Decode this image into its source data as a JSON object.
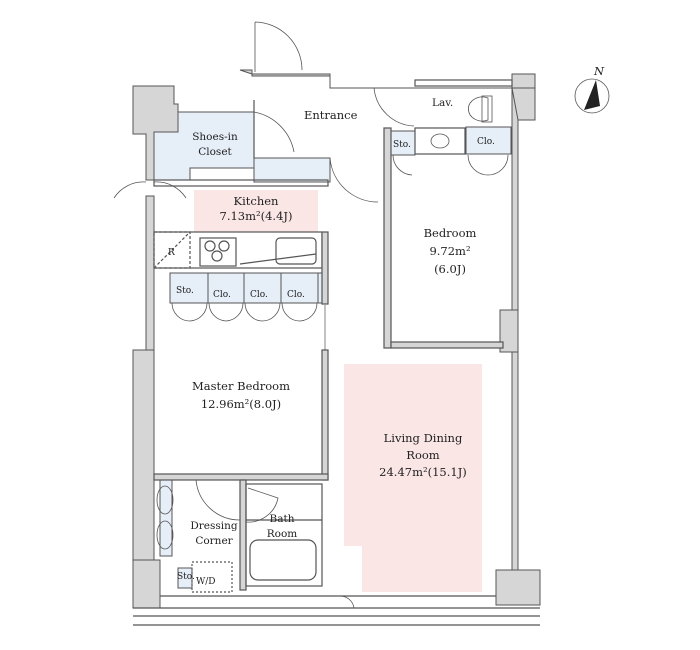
{
  "floorplan": {
    "compass": {
      "label": "N"
    },
    "rooms": {
      "entrance": {
        "name": "Entrance"
      },
      "lavatory": {
        "name": "Lav."
      },
      "shoes_closet": {
        "line1": "Shoes-in",
        "line2": "Closet"
      },
      "kitchen": {
        "name": "Kitchen",
        "area": "7.13m²(4.4J)"
      },
      "bedroom": {
        "name": "Bedroom",
        "area": "9.72m²",
        "tatami": "(6.0J)"
      },
      "bedroom_storage": {
        "name": "Sto."
      },
      "bedroom_closet": {
        "name": "Clo."
      },
      "refrigerator": {
        "name": "R"
      },
      "master_storage": {
        "name": "Sto."
      },
      "master_closets": [
        "Clo.",
        "Clo.",
        "Clo."
      ],
      "master_bedroom": {
        "name": "Master Bedroom",
        "area": "12.96m²(8.0J)"
      },
      "living_dining": {
        "line1": "Living Dining",
        "line2": "Room",
        "area": "24.47m²(15.1J)"
      },
      "dressing_corner": {
        "line1": "Dressing",
        "line2": "Corner"
      },
      "bath_room": {
        "line1": "Bath",
        "line2": "Room"
      },
      "laundry_storage": {
        "name": "Sto."
      },
      "washer_dryer": {
        "name": "W/D"
      }
    },
    "colors": {
      "wall": "#d6d6d6",
      "wall_line": "#555555",
      "storage_fill": "#e6eef8",
      "highlight_fill": "#fbe6e6"
    }
  }
}
